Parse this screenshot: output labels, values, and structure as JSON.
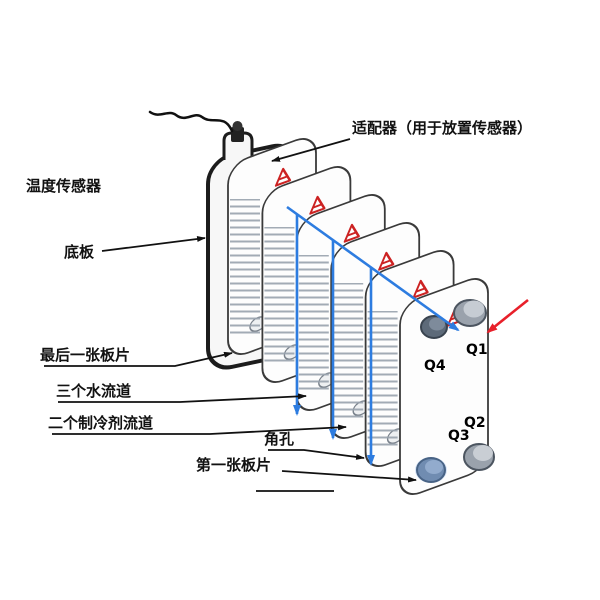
{
  "diagram": {
    "type": "plate-heat-exchanger-annotated",
    "labels": {
      "adapter": "适配器（用于放置传感器）",
      "temperature_sensor": "温度传感器",
      "base_plate": "底板",
      "last_plate": "最后一张板片",
      "three_water_channels": "三个水流道",
      "two_refrigerant_channels": "二个制冷剂流道",
      "corner_hole": "角孔",
      "first_plate": "第一张板片"
    },
    "ports": {
      "q1": "Q1",
      "q2": "Q2",
      "q3": "Q3",
      "q4": "Q4"
    },
    "colors": {
      "water_flow_blue": "#2d7ce0",
      "refrigerant_red": "#e8202a",
      "outline_black": "#1a1a1a",
      "plate_fill": "#fdfdfd",
      "logo_red": "#cc2222"
    }
  }
}
